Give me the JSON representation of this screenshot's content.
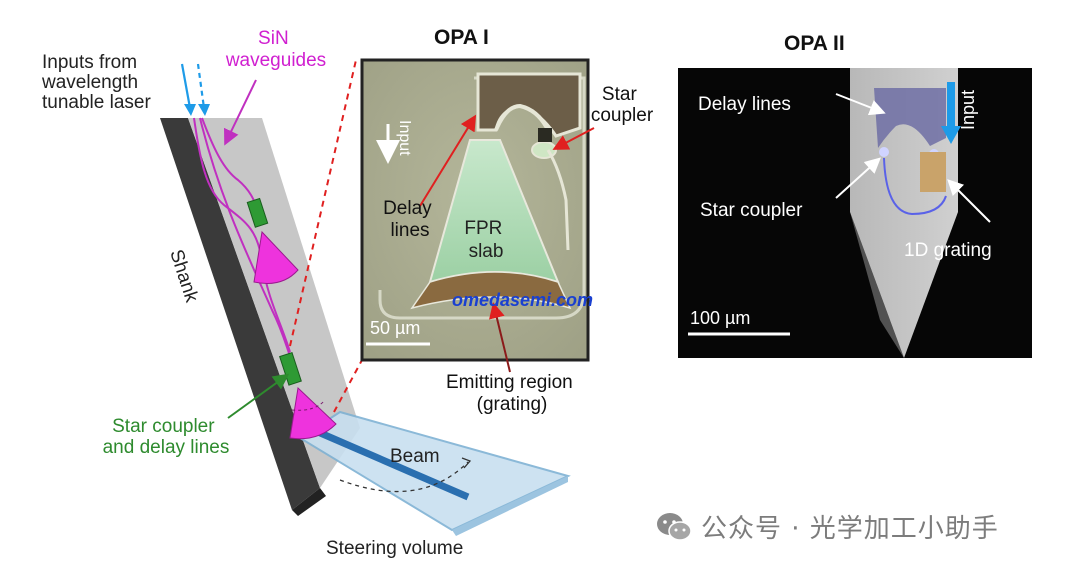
{
  "left_panel": {
    "inputs_label": [
      "Inputs from",
      "wavelength",
      "tunable laser"
    ],
    "waveguide_label": [
      "SiN",
      "waveguides"
    ],
    "shank_label": "Shank",
    "star_coupler_label": [
      "Star coupler",
      "and delay lines"
    ],
    "beam_label": "Beam",
    "steering_label": "Steering volume"
  },
  "opa1": {
    "title": "OPA I",
    "input_label": "Input",
    "star_coupler_label": [
      "Star",
      "coupler"
    ],
    "delay_lines_label": [
      "Delay",
      "lines"
    ],
    "fpr_label": [
      "FPR",
      "slab"
    ],
    "scale_label": "50 µm",
    "emitting_label": [
      "Emitting region",
      "(grating)"
    ],
    "overlay_text": "omedasemi.com"
  },
  "opa2": {
    "title": "OPA II",
    "delay_lines_label": "Delay lines",
    "input_label": "Input",
    "star_coupler_label": "Star coupler",
    "grating_label": "1D grating",
    "scale_label": "100 µm"
  },
  "watermark": {
    "icon": "wechat-icon",
    "text": "公众号 · 光学加工小助手"
  },
  "colors": {
    "waveguide": "#c030c0",
    "star_coupler": "#2e8b2e",
    "arrow_blue": "#1e9be8",
    "red_dash": "#e02020"
  }
}
